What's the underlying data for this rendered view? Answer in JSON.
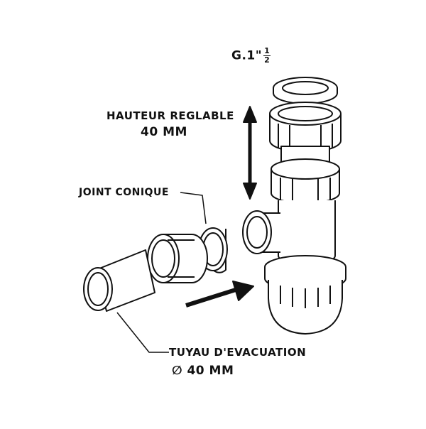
{
  "labels": {
    "thread": "G.1\"",
    "thread_frac_num": "1",
    "thread_frac_den": "2",
    "height_title": "HAUTEUR REGLABLE",
    "height_value": "40 MM",
    "joint": "JOINT CONIQUE",
    "pipe_title": "TUYAU D'EVACUATION",
    "pipe_diameter": "∅ 40 MM"
  },
  "colors": {
    "line": "#111111",
    "fill": "#ffffff",
    "shade": "#d9d9d9"
  }
}
